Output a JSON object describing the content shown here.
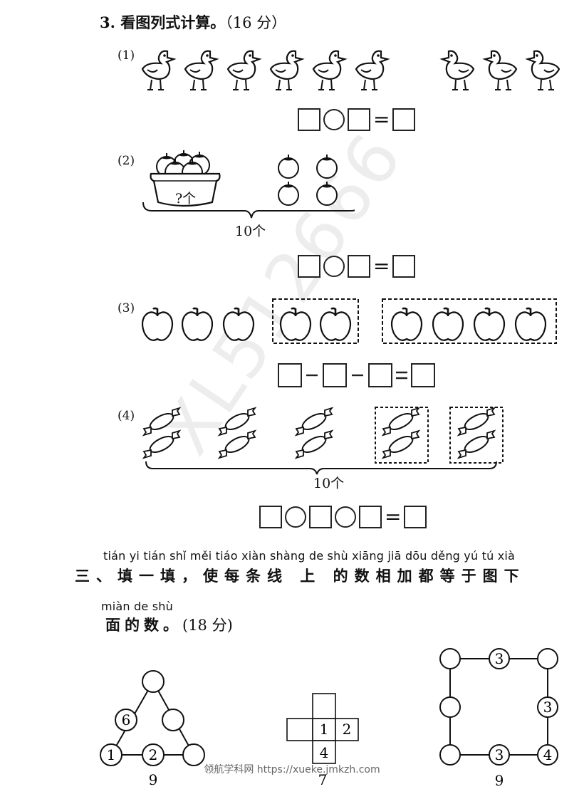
{
  "question3": {
    "title_num": "3.",
    "title_text": "看图列式计算。",
    "title_score": "（16 分）",
    "parts": [
      {
        "label": "(1)"
      },
      {
        "label": "(2)",
        "basket_text": "?个",
        "brace_text": "10个"
      },
      {
        "label": "(3)"
      },
      {
        "label": "(4)",
        "brace_text": "10个"
      }
    ],
    "equals": "="
  },
  "section3": {
    "pinyin_line1": "tián yi tián   shǐ měi tiáo xiàn shàng de shù xiāng jiā dōu děng yú tú xià",
    "text_line1": "三、填一填，使每条线 上 的数相加都等于图下",
    "pinyin_line2": "miàn de shù",
    "text_line2": "面的数。",
    "score": "(18 分)"
  },
  "puzzles": {
    "triangle": {
      "nodes": [
        "",
        "6",
        "",
        "1",
        "2",
        ""
      ],
      "target": "9"
    },
    "cross": {
      "cells": [
        "",
        "",
        "1",
        "2",
        "4"
      ],
      "target": "7"
    },
    "square": {
      "nodes": [
        "",
        "3",
        "",
        "",
        "3",
        "",
        "3",
        "4"
      ],
      "target": "9"
    }
  },
  "watermark": "XL512666",
  "footer": "领航学科网 https://xueke.jmkzh.com"
}
